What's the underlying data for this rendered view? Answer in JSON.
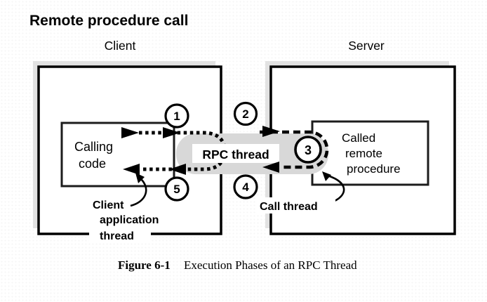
{
  "title": "Remote procedure call",
  "headers": {
    "client": "Client",
    "server": "Server"
  },
  "boxes": {
    "calling_code": {
      "line1": "Calling",
      "line2": "code"
    },
    "called_procedure": {
      "line1": "Called",
      "line2": "remote",
      "line3": "procedure"
    }
  },
  "band": {
    "label": "RPC thread"
  },
  "phases": {
    "p1": "1",
    "p2": "2",
    "p3": "3",
    "p4": "4",
    "p5": "5"
  },
  "annotations": {
    "client_thread": {
      "line1": "Client",
      "line2": "application",
      "line3": "thread"
    },
    "call_thread": {
      "label": "Call thread"
    }
  },
  "caption": {
    "figure_label": "Figure 6-1",
    "figure_title": "Execution Phases of an RPC Thread"
  },
  "colors": {
    "ink": "#000000",
    "band_gray": "#d8d8d8",
    "shadow_gray": "#e2e2e2",
    "background": "#ffffff"
  }
}
